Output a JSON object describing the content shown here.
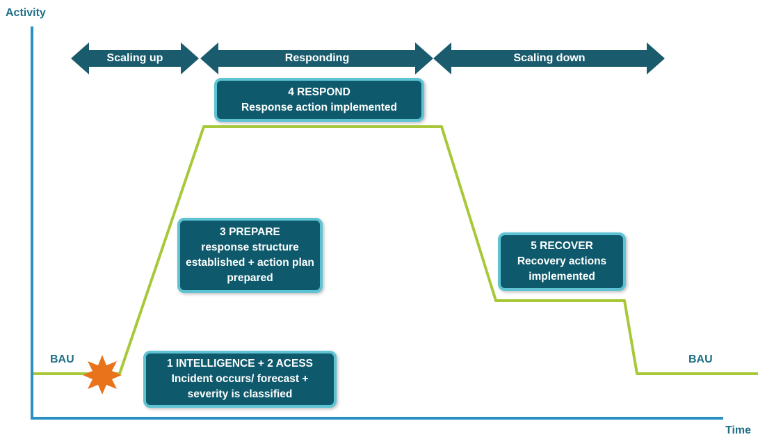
{
  "axes": {
    "y_label": "Activity",
    "x_label": "Time"
  },
  "phases": [
    {
      "label": "Scaling up"
    },
    {
      "label": "Responding"
    },
    {
      "label": "Scaling down"
    }
  ],
  "stages": {
    "respond": {
      "title": "4 RESPOND",
      "lines": [
        "Response action implemented"
      ]
    },
    "prepare": {
      "title": "3 PREPARE",
      "lines": [
        "response structure",
        "established + action plan",
        "prepared"
      ]
    },
    "recover": {
      "title": "5 RECOVER",
      "lines": [
        "Recovery actions",
        "implemented"
      ]
    },
    "intelligence": {
      "title": "1 INTELLIGENCE + 2 ACESS",
      "lines": [
        "Incident occurs/ forecast +",
        "severity is classified"
      ]
    }
  },
  "bau": {
    "left": "BAU",
    "right": "BAU"
  },
  "colors": {
    "axis": "#2a8fc4",
    "curve": "#a8c83a",
    "arrow": "#1a5c6e",
    "box_fill": "#0e5a6c",
    "box_border": "#5fc3d3",
    "burst": "#e8731a",
    "label_text": "#1f6f86"
  }
}
